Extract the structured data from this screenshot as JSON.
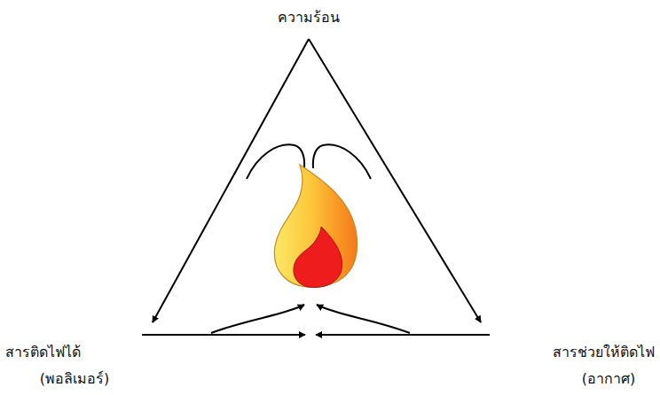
{
  "diagram": {
    "labels": [
      "ความร้อน",
      "สารติดไฟได้",
      "(พอลิเมอร์)",
      "สารช่วยให้ติดไฟ",
      "(อากาศ)"
    ]
  }
}
